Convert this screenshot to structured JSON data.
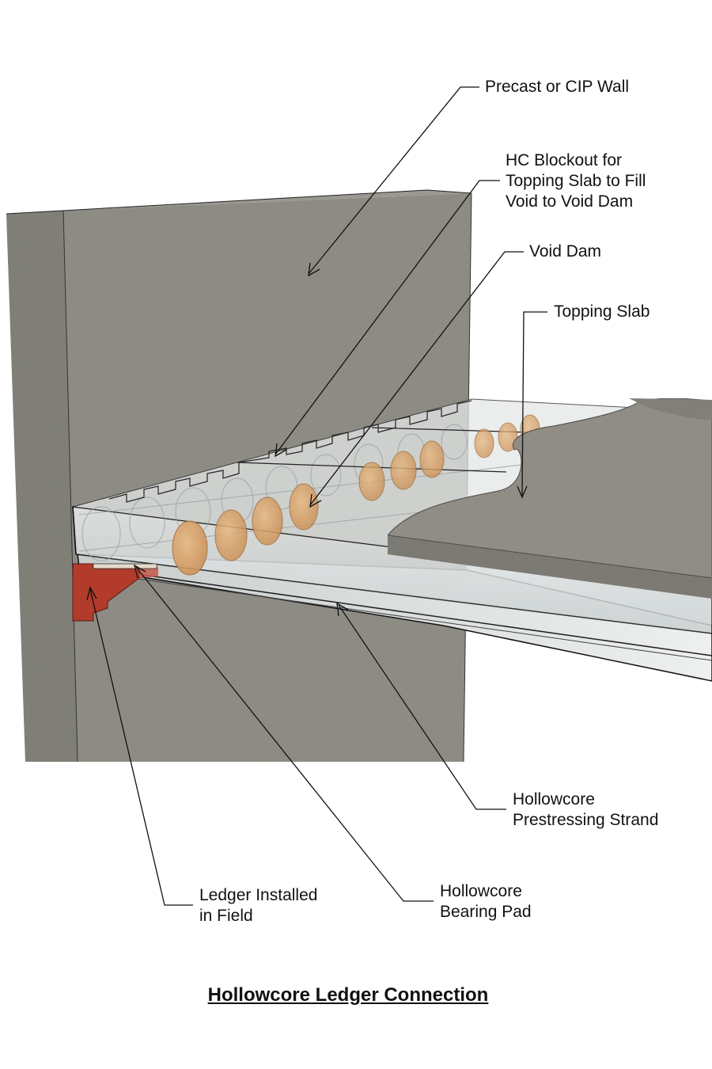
{
  "labels": {
    "wall": "Precast or CIP Wall",
    "blockout": [
      "HC Blockout for",
      "Topping Slab to Fill",
      "Void to Void Dam"
    ],
    "void_dam": "Void Dam",
    "topping_slab": "Topping Slab",
    "strand": [
      "Hollowcore",
      "Prestressing Strand"
    ],
    "bearing_pad": [
      "Hollowcore",
      "Bearing Pad"
    ],
    "ledger": [
      "Ledger Installed",
      "in Field"
    ]
  },
  "caption": "Hollowcore Ledger Connection",
  "colors": {
    "concrete": "#8c8a80",
    "concrete_dark": "#6f6d66",
    "plank": "#dfe3e3",
    "void_dam": "#d9a46a",
    "ledger": "#b23b2b",
    "line": "#111111"
  }
}
